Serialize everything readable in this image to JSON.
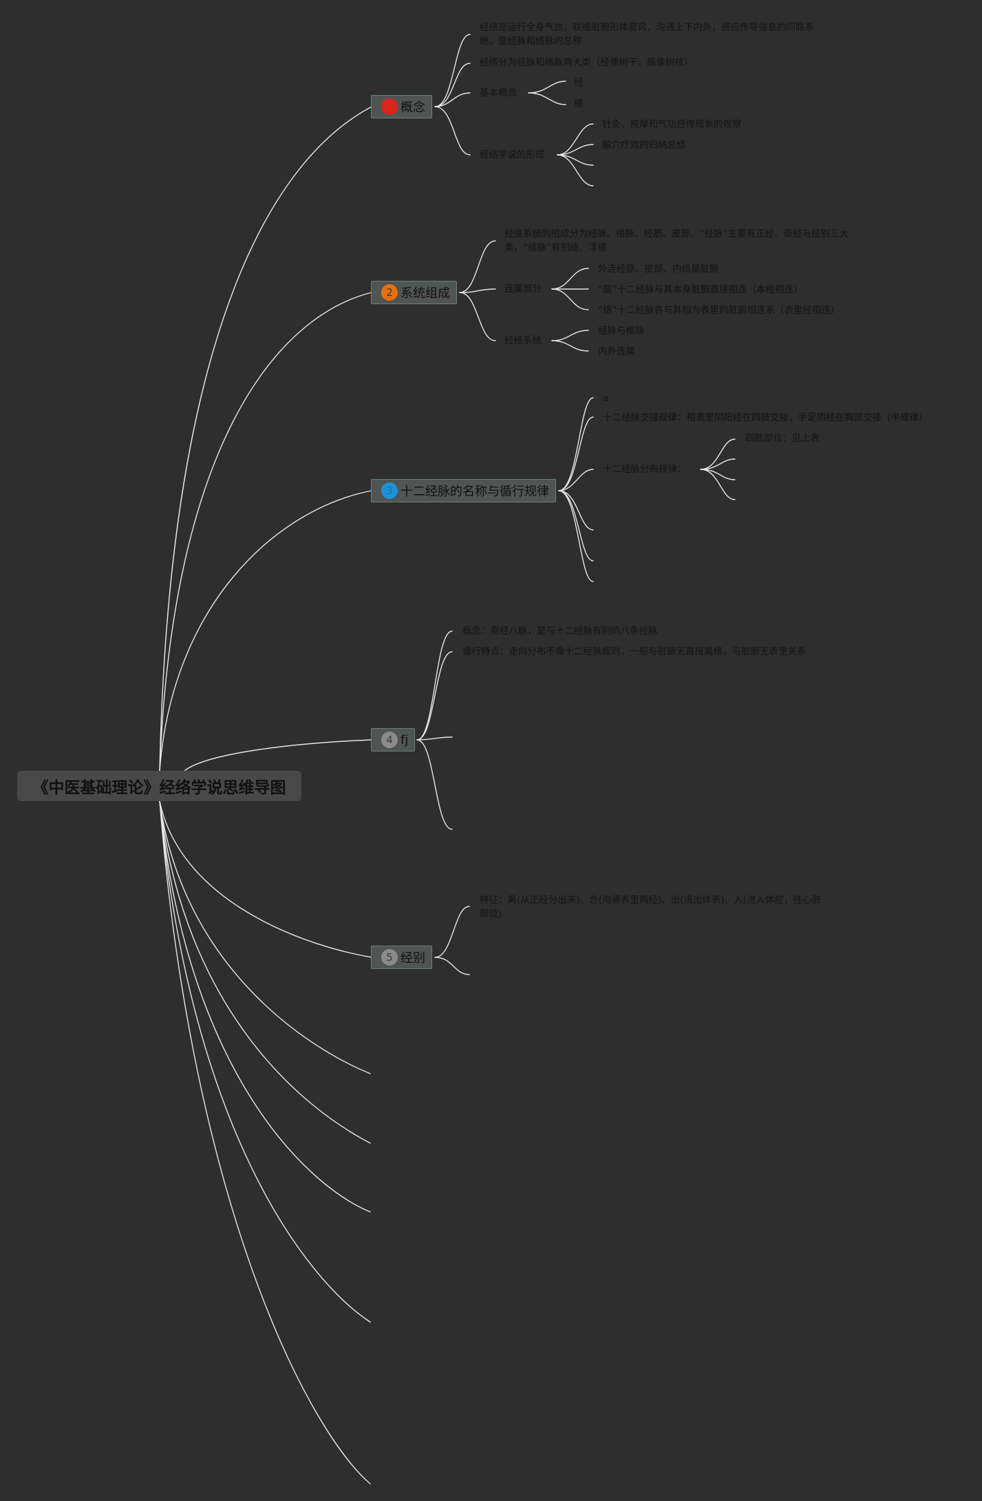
{
  "colors": {
    "background": "#2e2e2e",
    "line": "#e8e8e8",
    "badge_red": "#d8261c",
    "badge_orange": "#e6700f",
    "badge_blue": "#1e92d8",
    "badge_gray": "#8a8a8a"
  },
  "root": {
    "title": "《中医基础理论》经络学说思维导图"
  },
  "topics": [
    {
      "label": "概念",
      "badge": "1",
      "nodes": {
        "definition": "经络是运行全身气血，联络脏腑形体官窍，沟通上下内外，感应传导信息的同路系统，是经脉和络脉的总称",
        "classification": "经络分为经脉和络脉两大类（经像树干，络像树枝）",
        "basic_concept": "基本概念",
        "jing": "经",
        "luo": "络",
        "formation": "经络学说的形成",
        "formation_1": "针灸、按摩和气功感传现象的观察",
        "formation_2": "腧穴疗效的归纳总结"
      }
    },
    {
      "label": "系统组成",
      "badge": "2",
      "nodes": {
        "composition": "经络系统的组成分为经脉、络脉、经筋、皮部。“经脉”主要有正经、奇经与经别三大类，“络脉”有别络、浮络",
        "connection": "连属部分",
        "connection_1": "外连经筋、皮部，内络属脏腑",
        "connection_2": "“属”十二经脉与其本身脏腑直接相连（本经相连）",
        "connection_3": "“络”十二经脉各与其相为表里的脏腑相连系（表里经相连）",
        "system": "经络系统",
        "system_1": "经脉与络脉",
        "system_2": "内外连属"
      }
    },
    {
      "label": "十二经脉的名称与循行规律",
      "badge": "3",
      "nodes": {
        "a": "a",
        "junction": "十二经脉交接规律：相表里阴阳经在四肢交接，手足阴经在胸部交接（半规律）",
        "distribution": "十二经脉分布规律：",
        "limbs": "四肢部位：见上表"
      }
    },
    {
      "label": "fj",
      "badge": "4",
      "nodes": {
        "concept": "概念：奇经八脉，是与十二经脉有别的八条经脉",
        "feature": "循行特点：走向分布不像十二经脉规则，一般与脏腑无直接属络，与脏腑无表里关系"
      }
    },
    {
      "label": "经别",
      "badge": "5",
      "nodes": {
        "feature": "特征：离(从正经分出来)、合(沟通表里两经)、出(浅出体表)、入(进入体腔，往心脏部位)"
      }
    }
  ]
}
